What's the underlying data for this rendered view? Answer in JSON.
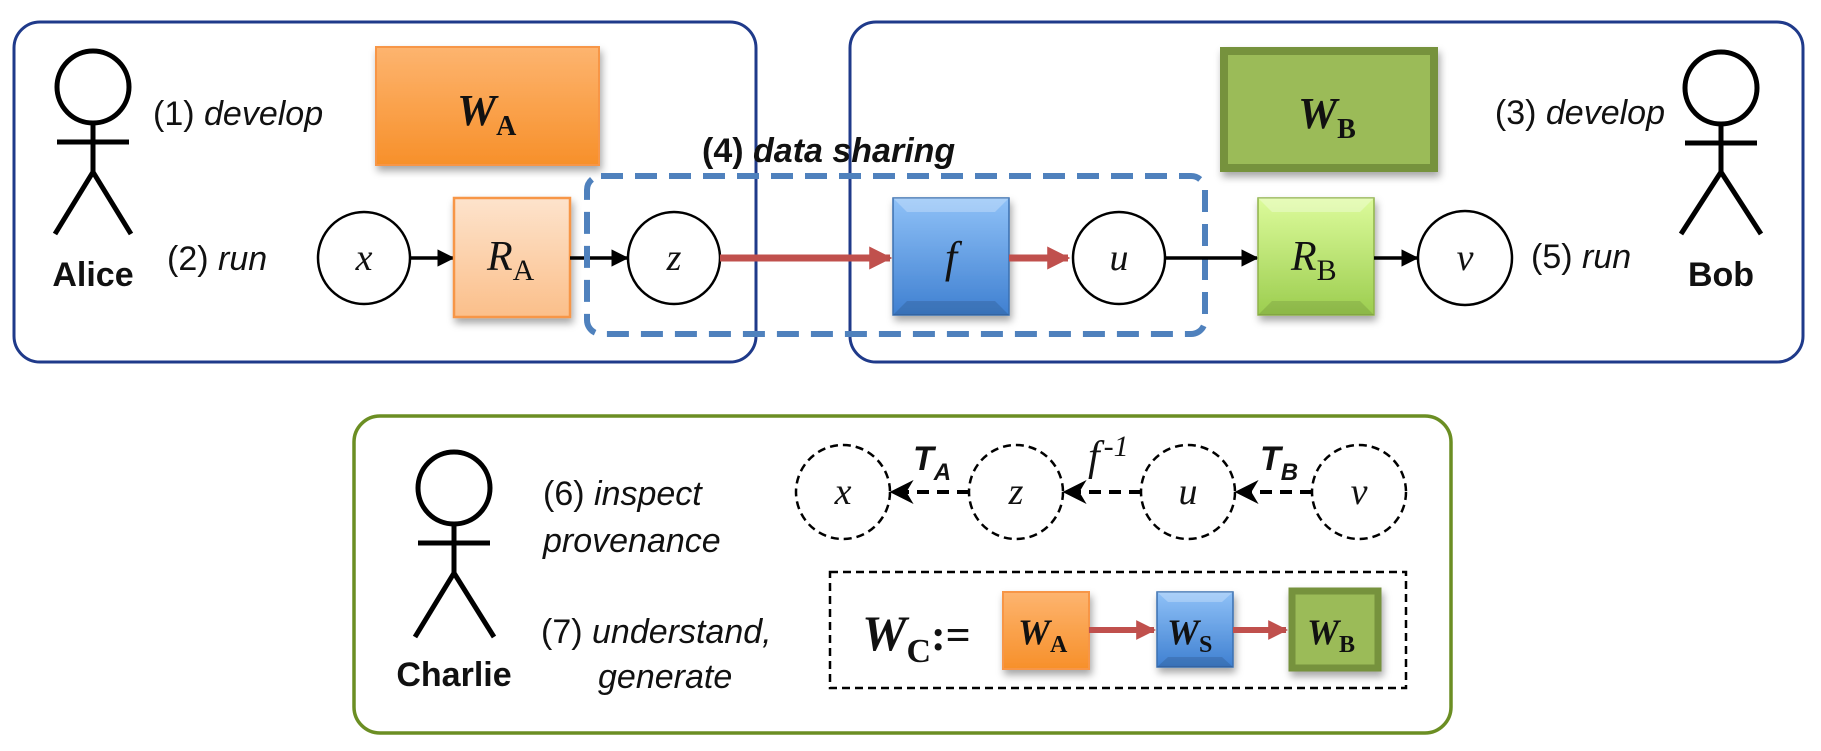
{
  "title": "Provenance-based workflow sharing between Alice, Bob and Charlie",
  "actors": {
    "alice": "Alice",
    "bob": "Bob",
    "charlie": "Charlie"
  },
  "steps": {
    "s1": {
      "num": "(1)",
      "verb": "develop"
    },
    "s2": {
      "num": "(2)",
      "verb": "run"
    },
    "s3": {
      "num": "(3)",
      "verb": "develop"
    },
    "s4": {
      "num": "(4)",
      "verb": "data sharing"
    },
    "s5": {
      "num": "(5)",
      "verb": "run"
    },
    "s6": {
      "num": "(6)",
      "verb_line1": "inspect",
      "verb_line2": "provenance"
    },
    "s7": {
      "num": "(7)",
      "verb_line1": "understand,",
      "verb_line2": "generate"
    }
  },
  "workflows": {
    "wa": {
      "main": "W",
      "sub": "A"
    },
    "wb": {
      "main": "W",
      "sub": "B"
    },
    "ws": {
      "main": "W",
      "sub": "S"
    },
    "wc": {
      "main": "W",
      "sub": "C",
      "assign": ":="
    }
  },
  "runs": {
    "ra": {
      "main": "R",
      "sub": "A"
    },
    "rb": {
      "main": "R",
      "sub": "B"
    }
  },
  "function": {
    "name": "f",
    "inverse_main": "f",
    "inverse_sup": "-1"
  },
  "data_nodes": {
    "x": "x",
    "z": "z",
    "u": "u",
    "v": "v"
  },
  "trace_labels": {
    "ta": {
      "main": "T",
      "sub": "A"
    },
    "tb": {
      "main": "T",
      "sub": "B"
    }
  },
  "colors": {
    "alice_bob_frame": "#1f3a8a",
    "charlie_frame": "#6b8e23",
    "share_dash": "#4f81bd",
    "wa_fill": "#f79646",
    "ra_fill": "#fbc89a",
    "wb_fill": "#9bbb59",
    "wb_border": "#76923c",
    "rb_fill": "#b9e27a",
    "f_fill": "#5b9bd5",
    "flow_red": "#c0504d"
  }
}
